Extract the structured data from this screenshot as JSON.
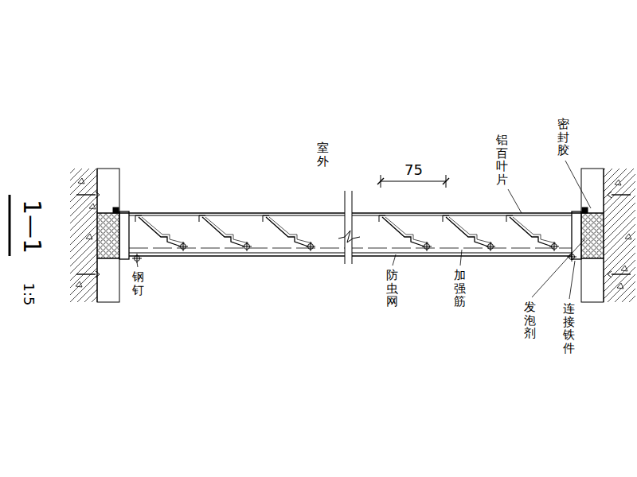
{
  "diagram": {
    "title": "1—1",
    "labels": [
      "1:5",
      "室外",
      "75",
      "铝百叶片",
      "密封胶",
      "钢钉",
      "防虫网",
      "加强筋",
      "发泡剂",
      "连接铁件"
    ]
  }
}
